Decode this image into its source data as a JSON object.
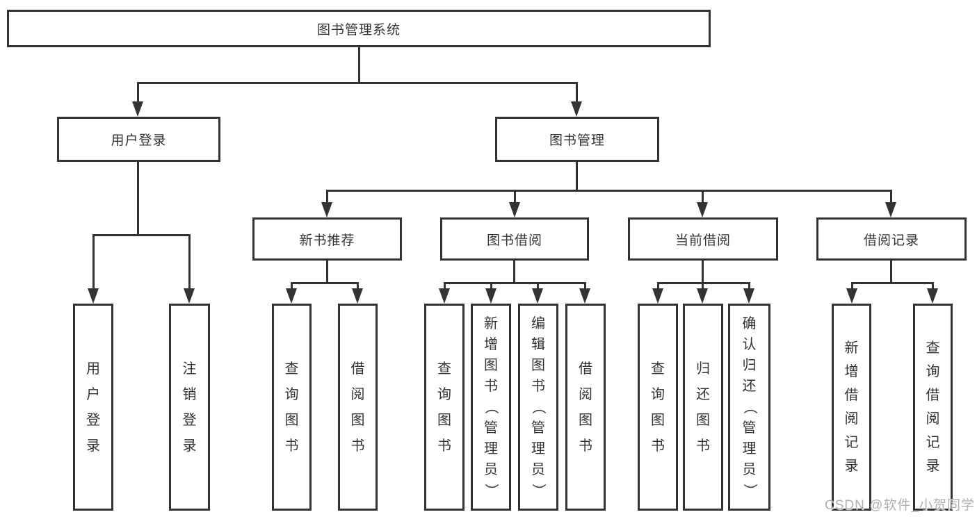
{
  "colors": {
    "line": "#333333",
    "text": "#333333",
    "box_background": "#ffffff",
    "page_background": "#ffffff",
    "watermark": "#b0b0b0"
  },
  "tree": {
    "root": "图书管理系统",
    "level2": [
      {
        "label": "用户登录",
        "children": [
          "用户登录",
          "注销登录"
        ]
      },
      {
        "label": "图书管理"
      }
    ],
    "level3": [
      {
        "label": "新书推荐",
        "children": [
          "查询图书",
          "借阅图书"
        ]
      },
      {
        "label": "图书借阅",
        "children": [
          "查询图书",
          "新增图书（管理员）",
          "编辑图书（管理员）",
          "借阅图书"
        ]
      },
      {
        "label": "当前借阅",
        "children": [
          "查询图书",
          "归还图书",
          "确认归还（管理员）"
        ]
      },
      {
        "label": "借阅记录",
        "children": [
          "新增借阅记录",
          "查询借阅记录"
        ]
      }
    ]
  },
  "watermark": {
    "text": "CSDN @软件_小贺同学"
  }
}
